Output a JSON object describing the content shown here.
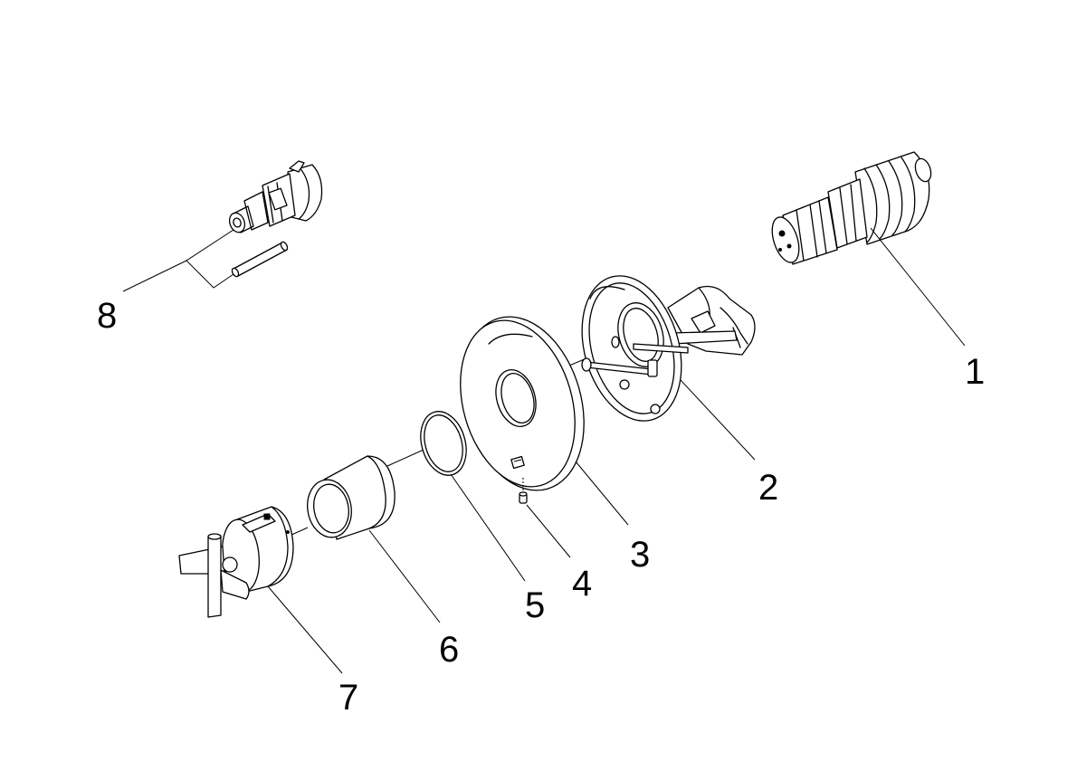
{
  "diagram": {
    "parts": [
      {
        "label": "1",
        "icon": "thermostatic-cartridge"
      },
      {
        "label": "2",
        "icon": "valve-body-bracket"
      },
      {
        "label": "3",
        "icon": "escutcheon-plate"
      },
      {
        "label": "4",
        "icon": "set-screw"
      },
      {
        "label": "5",
        "icon": "o-ring"
      },
      {
        "label": "6",
        "icon": "sleeve"
      },
      {
        "label": "7",
        "icon": "cross-handle"
      },
      {
        "label": "8",
        "icon": "diverter-cartridge-with-extension"
      }
    ]
  }
}
